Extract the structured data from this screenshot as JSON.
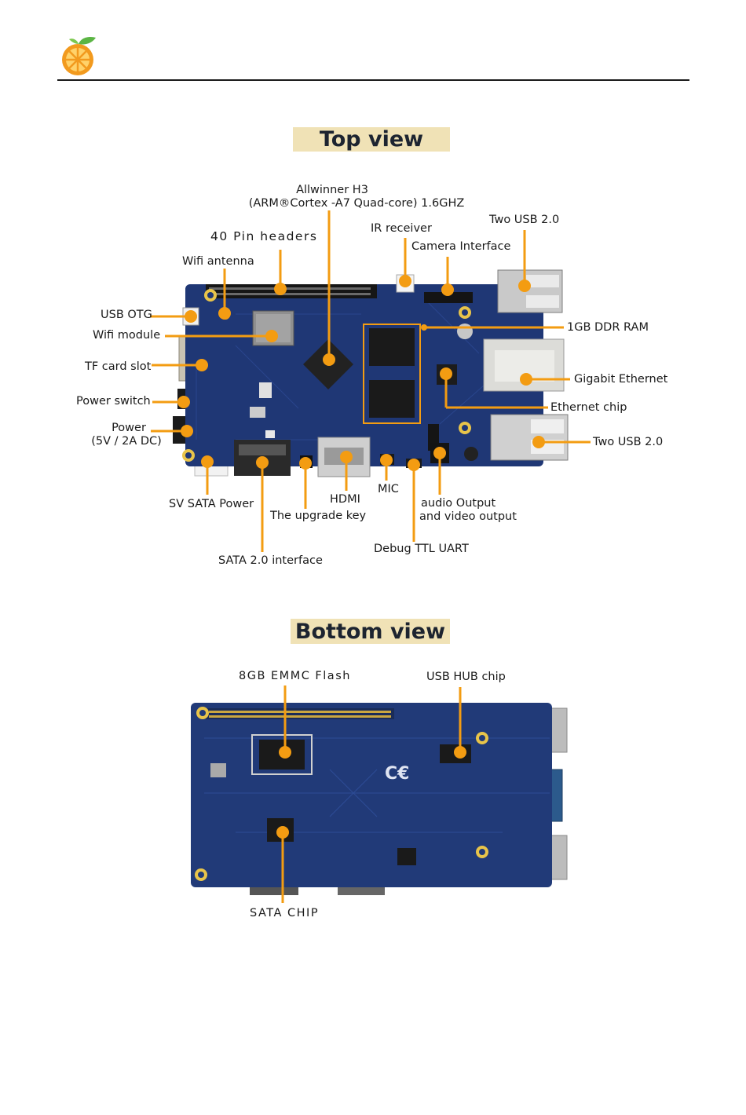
{
  "logo": {
    "icon": "orange-pi-logo-icon",
    "colors": {
      "orange": "#f29a1e",
      "leaf": "#5bb544"
    }
  },
  "accent_color": "#f39c12",
  "board_color": "#1f3775",
  "top_view": {
    "title": "Top view",
    "labels": {
      "allwinner_line1": "Allwinner H3",
      "allwinner_line2": "(ARM®Cortex  -A7 Quad-core)  1.6GHZ",
      "two_usb_top": "Two USB 2.0",
      "ir_receiver": "IR receiver",
      "pin_headers": "40 Pin headers",
      "camera_interface": "Camera Interface",
      "wifi_antenna": "Wifi antenna",
      "usb_otg": "USB OTG",
      "ddr_ram": "1GB DDR RAM",
      "wifi_module": "Wifi module",
      "tf_card_slot": "TF card slot",
      "gigabit_ethernet": "Gigabit Ethernet",
      "power_switch": "Power switch",
      "ethernet_chip": "Ethernet chip",
      "power_line1": "Power",
      "power_line2": "(5V / 2A DC)",
      "two_usb_bottom": "Two USB 2.0",
      "sata_power": "SV SATA Power",
      "hdmi": "HDMI",
      "mic": "MIC",
      "audio_line1": "audio Output",
      "audio_line2": "and video output",
      "upgrade_key": "The upgrade key",
      "debug_uart": "Debug TTL UART",
      "sata_interface": "SATA 2.0 interface"
    }
  },
  "bottom_view": {
    "title": "Bottom view",
    "labels": {
      "emmc_flash": "8GB  EMMC  Flash",
      "usb_hub_chip": "USB HUB chip",
      "sata_chip": "SATA  CHIP"
    }
  }
}
